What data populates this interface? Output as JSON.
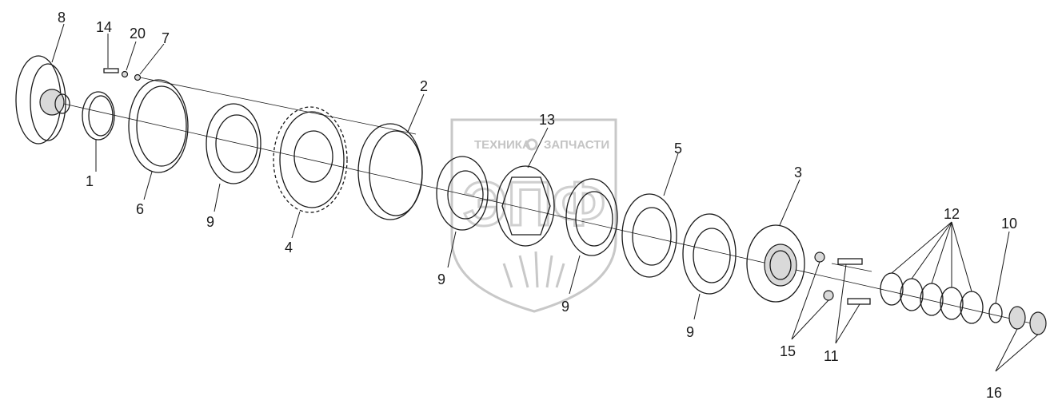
{
  "watermark": {
    "brand_left": "ТЕХНИКА",
    "brand_right": "ЗАПЧАСТИ",
    "logo_letters": "ЭПФ"
  },
  "callouts": [
    {
      "id": "c8",
      "label": "8"
    },
    {
      "id": "c14",
      "label": "14"
    },
    {
      "id": "c20",
      "label": "20"
    },
    {
      "id": "c7",
      "label": "7"
    },
    {
      "id": "c1",
      "label": "1"
    },
    {
      "id": "c6",
      "label": "6"
    },
    {
      "id": "c9a",
      "label": "9"
    },
    {
      "id": "c4",
      "label": "4"
    },
    {
      "id": "c2",
      "label": "2"
    },
    {
      "id": "c13",
      "label": "13"
    },
    {
      "id": "c9b",
      "label": "9"
    },
    {
      "id": "c9c",
      "label": "9"
    },
    {
      "id": "c5",
      "label": "5"
    },
    {
      "id": "c9d",
      "label": "9"
    },
    {
      "id": "c3",
      "label": "3"
    },
    {
      "id": "c15",
      "label": "15"
    },
    {
      "id": "c11",
      "label": "11"
    },
    {
      "id": "c12",
      "label": "12"
    },
    {
      "id": "c10",
      "label": "10"
    },
    {
      "id": "c16",
      "label": "16"
    }
  ],
  "colors": {
    "line": "#1a1a1a",
    "part_fill": "#d9d9d9",
    "watermark": "#c8c8c8"
  }
}
